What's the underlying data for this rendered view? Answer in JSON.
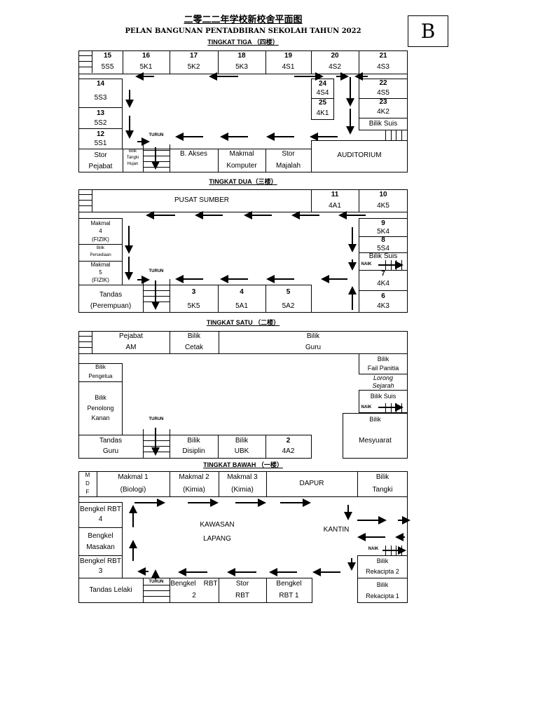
{
  "header": {
    "title_cn": "二零二二年学校新校舍平面图",
    "title_ms": "PELAN BANGUNAN PENTADBIRAN SEKOLAH TAHUN 2022",
    "block_letter": "B"
  },
  "tiga": {
    "label": "TINGKAT TIGA （四楼）",
    "r15": {
      "num": "15",
      "name": "5S5"
    },
    "r16": {
      "num": "16",
      "name": "5K1"
    },
    "r17": {
      "num": "17",
      "name": "5K2"
    },
    "r18": {
      "num": "18",
      "name": "5K3"
    },
    "r19": {
      "num": "19",
      "name": "4S1"
    },
    "r20": {
      "num": "20",
      "name": "4S2"
    },
    "r21": {
      "num": "21",
      "name": "4S3"
    },
    "r14": {
      "num": "14",
      "name": "5S3"
    },
    "r13": {
      "num": "13",
      "name": "5S2"
    },
    "r12": {
      "num": "12",
      "name": "5S1"
    },
    "r24": {
      "num": "24",
      "name": "4S4"
    },
    "r25": {
      "num": "25",
      "name": "4K1"
    },
    "r22": {
      "num": "22",
      "name": "4S5"
    },
    "r23": {
      "num": "23",
      "name": "4K2"
    },
    "bilik_suis": "Bilik Suis",
    "turun": "TURUN",
    "stor_pejabat": [
      "Stor",
      "Pejabat"
    ],
    "tangki_hujan": [
      "Bilik",
      "Tangki",
      "Hujan"
    ],
    "b_akses": "B. Akses",
    "makmal_komputer": [
      "Makmal",
      "Komputer"
    ],
    "stor_majalah": [
      "Stor",
      "Majalah"
    ],
    "auditorium": "AUDITORIUM"
  },
  "dua": {
    "label": "TINGKAT DUA（三楼）",
    "pusat_sumber": "PUSAT SUMBER",
    "r11": {
      "num": "11",
      "name": "4A1"
    },
    "r10": {
      "num": "10",
      "name": "4K5"
    },
    "makmal4": [
      "Makmal",
      "4",
      "(FIZIK)"
    ],
    "bilik_persediaan": [
      "Bilik",
      "Persediaan"
    ],
    "makmal5": [
      "Makmal",
      "5",
      "(FIZIK)"
    ],
    "r9": {
      "num": "9",
      "name": "5K4"
    },
    "r8": {
      "num": "8",
      "name": "5S4"
    },
    "bilik_suis": "Bilik Suis",
    "naik": "NAIK",
    "r7": {
      "num": "7",
      "name": "4K4"
    },
    "r6": {
      "num": "6",
      "name": "4K3"
    },
    "turun": "TURUN",
    "tandas_perempuan": [
      "Tandas",
      "(Perempuan)"
    ],
    "r3": {
      "num": "3",
      "name": "5K5"
    },
    "r4": {
      "num": "4",
      "name": "5A1"
    },
    "r5": {
      "num": "5",
      "name": "5A2"
    }
  },
  "satu": {
    "label": "TINGKAT SATU （二楼）",
    "pejabat_am": [
      "Pejabat",
      "AM"
    ],
    "bilik_cetak": [
      "Bilik",
      "Cetak"
    ],
    "bilik_guru": [
      "Bilik",
      "Guru"
    ],
    "bilik_pengetua": [
      "Bilik",
      "Pengetua"
    ],
    "penolong_kanan": [
      "Bilik",
      "Penolong",
      "Kanan"
    ],
    "fail_panitia": [
      "Bilik",
      "Fail Panitia"
    ],
    "lorong_sejarah": [
      "Lorong",
      "Sejarah"
    ],
    "bilik_suis": "Bilik Suis",
    "naik": "NAIK",
    "mesyuarat": [
      "Bilik",
      "Mesyuarat"
    ],
    "turun": "TURUN",
    "tandas_guru": [
      "Tandas",
      "Guru"
    ],
    "disiplin": [
      "Bilik",
      "Disiplin"
    ],
    "ubk": [
      "Bilik",
      "UBK"
    ],
    "r2": {
      "num": "2",
      "name": "4A2"
    }
  },
  "bawah": {
    "label": "TINGKAT BAWAH （一楼）",
    "mdf": [
      "M",
      "D",
      "F"
    ],
    "makmal1": [
      "Makmal 1",
      "(Biologi)"
    ],
    "makmal2": [
      "Makmal 2",
      "(Kimia)"
    ],
    "makmal3": [
      "Makmal 3",
      "(Kimia)"
    ],
    "dapur": "DAPUR",
    "bilik_tangki": [
      "Bilik",
      "Tangki"
    ],
    "bengkel_rbt4": [
      "Bengkel RBT",
      "4"
    ],
    "bengkel_masakan": [
      "Bengkel",
      "Masakan"
    ],
    "bengkel_rbt3": [
      "Bengkel RBT",
      "3"
    ],
    "kawasan_lapang": [
      "KAWASAN",
      "LAPANG"
    ],
    "kantin": "KANTIN",
    "naik": "NAIK",
    "rekacipta2": [
      "Bilik",
      "Rekacipta 2"
    ],
    "rekacipta1": [
      "Bilik",
      "Rekacipta 1"
    ],
    "turun": "TURUN",
    "tandas_lelaki": "Tandas Lelaki",
    "bengkel_rbt2": [
      "Bengkel    RBT",
      "2"
    ],
    "stor_rbt": [
      "Stor",
      "RBT"
    ],
    "bengkel_rbt1": [
      "Bengkel",
      "RBT 1"
    ]
  }
}
